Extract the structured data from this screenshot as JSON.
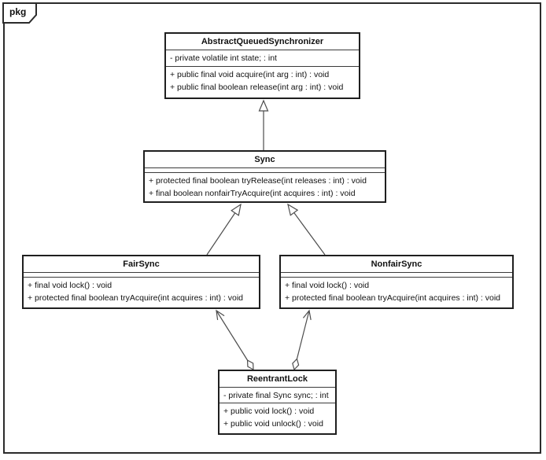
{
  "window": {
    "frame_label": "pkg"
  },
  "diagram": {
    "classes": [
      {
        "name": "AbstractQueuedSynchronizer",
        "attributes": [
          "- private volatile int state; : int"
        ],
        "methods": [
          "+ public final void acquire(int arg : int) : void",
          "+ public final boolean release(int arg : int) : void"
        ]
      },
      {
        "name": "Sync",
        "attributes": [],
        "methods": [
          "+ protected final boolean tryRelease(int releases : int) : void",
          "+ final boolean nonfairTryAcquire(int acquires : int) : void"
        ]
      },
      {
        "name": "FairSync",
        "attributes": [],
        "methods": [
          "+ final void lock() : void",
          "+ protected final boolean tryAcquire(int acquires : int) : void"
        ]
      },
      {
        "name": "NonfairSync",
        "attributes": [],
        "methods": [
          "+ final void lock() : void",
          "+ protected final boolean tryAcquire(int acquires : int) : void"
        ]
      },
      {
        "name": "ReentrantLock",
        "attributes": [
          "- private final Sync sync; : int"
        ],
        "methods": [
          "+ public void lock() : void",
          "+ public void unlock() : void"
        ]
      }
    ],
    "relationships": [
      {
        "from": "Sync",
        "to": "AbstractQueuedSynchronizer",
        "type": "generalization"
      },
      {
        "from": "FairSync",
        "to": "Sync",
        "type": "generalization"
      },
      {
        "from": "NonfairSync",
        "to": "Sync",
        "type": "generalization"
      },
      {
        "from": "ReentrantLock",
        "to": "FairSync",
        "type": "directed-aggregation"
      },
      {
        "from": "ReentrantLock",
        "to": "NonfairSync",
        "type": "directed-aggregation"
      }
    ],
    "colors": {
      "connector_line": "#4d4d4d",
      "box_border": "#1f1f1f",
      "frame_border": "#2b2b2b",
      "background": "#ffffff",
      "text": "#111111"
    }
  }
}
